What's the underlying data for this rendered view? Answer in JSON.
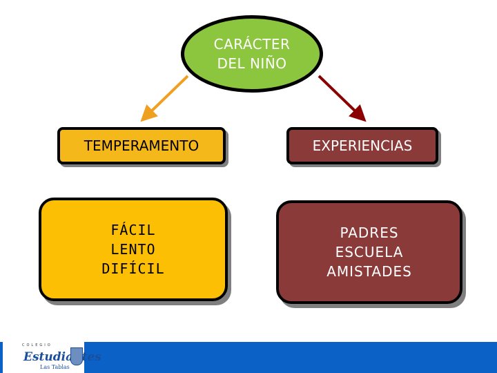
{
  "diagram": {
    "root": {
      "lines": [
        "CARÁCTER",
        "DEL NIÑO"
      ]
    },
    "left_header": "TEMPERAMENTO",
    "right_header": "EXPERIENCIAS",
    "left_items": [
      "FÁCIL",
      "LENTO",
      "DIFÍCIL"
    ],
    "right_items": [
      "PADRES",
      "ESCUELA",
      "AMISTADES"
    ]
  },
  "logo": {
    "top_text": "COLEGIO",
    "script_text": "Estudiantes",
    "sub_text": "Las Tablas"
  },
  "colors": {
    "root_fill": "#8cc63f",
    "left_fill": "#fcbf04",
    "right_fill": "#8b3a3a",
    "left_arrow": "#f0a020",
    "right_arrow": "#8b0000",
    "footer": "#0b61c6"
  }
}
